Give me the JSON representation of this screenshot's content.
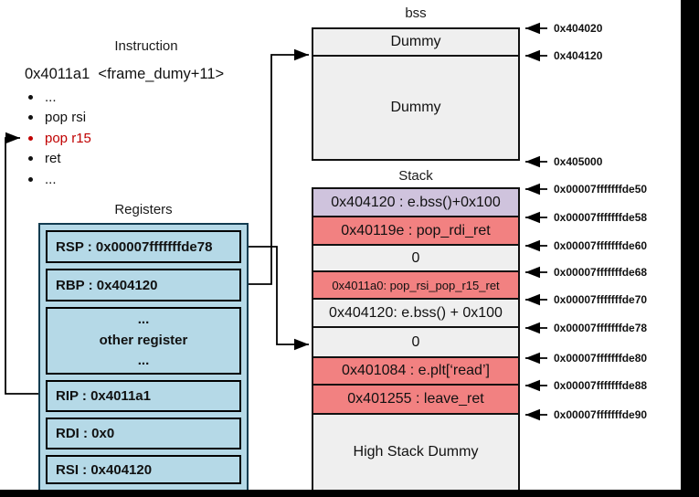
{
  "instruction": {
    "title": "Instruction",
    "header": "0x4011a1  <frame_dumy+11>",
    "items": [
      {
        "text": "..."
      },
      {
        "text": "pop rsi"
      },
      {
        "text": "pop r15",
        "highlight": true
      },
      {
        "text": "ret"
      },
      {
        "text": "..."
      }
    ]
  },
  "registers": {
    "title": "Registers",
    "rsp": "RSP : 0x00007fffffffde78",
    "rbp": "RBP : 0x404120",
    "other": [
      "...",
      "other register",
      "..."
    ],
    "rip": "RIP : 0x4011a1",
    "rdi": "RDI : 0x0",
    "rsi": "RSI : 0x404120"
  },
  "bss": {
    "title": "bss",
    "rows": [
      {
        "label": "Dummy"
      },
      {
        "label": "Dummy"
      }
    ],
    "addresses": [
      "0x404020",
      "0x404120",
      "0x405000"
    ]
  },
  "stack": {
    "title": "Stack",
    "rows": [
      {
        "text": "0x404120 : e.bss()+0x100",
        "type": "purple"
      },
      {
        "text": "0x40119e : pop_rdi_ret",
        "type": "red"
      },
      {
        "text": "0",
        "type": "gray"
      },
      {
        "text": "0x4011a0: pop_rsi_pop_r15_ret",
        "type": "red-small"
      },
      {
        "text": "0x404120: e.bss() + 0x100",
        "type": "gray"
      },
      {
        "text": "0",
        "type": "gray"
      },
      {
        "text": "0x401084 : e.plt[‘read’]",
        "type": "red"
      },
      {
        "text": "0x401255 : leave_ret",
        "type": "red"
      },
      {
        "text": "High Stack Dummy",
        "type": "gray"
      }
    ],
    "addresses": [
      "0x00007fffffffde50",
      "0x00007fffffffde58",
      "0x00007fffffffde60",
      "0x00007fffffffde68",
      "0x00007fffffffde70",
      "0x00007fffffffde78",
      "0x00007fffffffde80",
      "0x00007fffffffde88",
      "0x00007fffffffde90"
    ]
  },
  "colors": {
    "register_fill": "#b5d9e7",
    "register_outer_border": "#123c50",
    "memory_gray": "#efefef",
    "stack_purple": "#cfc3dd",
    "stack_red": "#f28181",
    "highlight_text": "#c00000",
    "line": "#000000"
  }
}
